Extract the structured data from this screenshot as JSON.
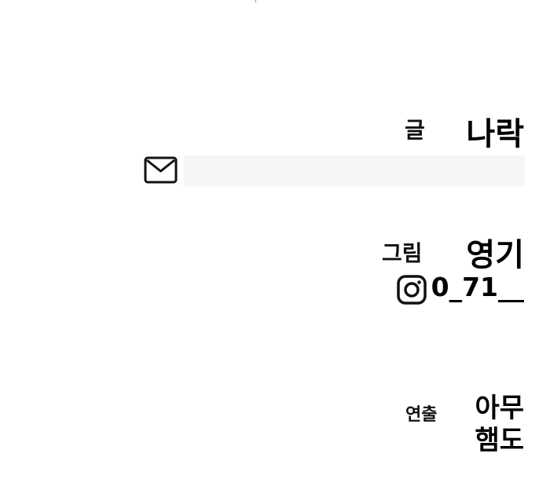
{
  "credits": {
    "writer": {
      "label": "글",
      "name": "나락"
    },
    "artist": {
      "label": "그림",
      "name": "영기",
      "instagram": "0_71__"
    },
    "director": {
      "label": "연출",
      "names": [
        "아무",
        "햄도"
      ]
    }
  },
  "icons": {
    "email": "envelope-icon",
    "instagram": "instagram-icon"
  },
  "colors": {
    "text": "#111111",
    "redaction": "#f6f6f6"
  }
}
